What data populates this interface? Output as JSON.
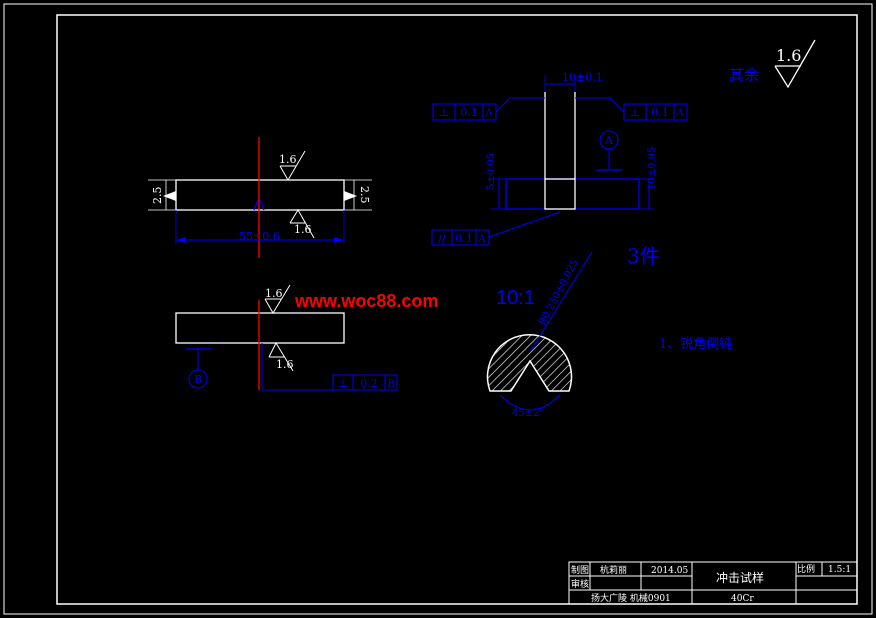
{
  "colors": {
    "background": "#000000",
    "outline": "#ffffff",
    "dimension": "#0000ff",
    "centerline": "#ff0000",
    "watermark": "#ff0000"
  },
  "notes": {
    "other_surfaces_label": "其余",
    "other_surfaces_roughness": "1.6",
    "quantity": "3件",
    "detail_scale": "10:1",
    "technical_requirement": "1、锐角倒钝",
    "watermark": "www.woc88.com"
  },
  "front_view": {
    "roughness_top": "1.6",
    "roughness_bottom": "1.6",
    "left_height": "2.5",
    "right_height": "2.5",
    "length": "55±0.6"
  },
  "bottom_view": {
    "roughness_top": "1.6",
    "roughness_bottom": "1.6",
    "datum": "B",
    "fcf": {
      "symbol": "⊥",
      "value": "0.2",
      "datum": "B"
    }
  },
  "section_view": {
    "width": "10±0.1",
    "left_height": "5±0.05",
    "right_height": "10±0.05",
    "datum": "A",
    "fcf_left": {
      "symbol": "⊥",
      "value": "0.1",
      "datum": "A"
    },
    "fcf_right": {
      "symbol": "⊥",
      "value": "0.1",
      "datum": "A"
    },
    "fcf_bottom": {
      "symbol": "//",
      "value": "0.1",
      "datum": "A"
    }
  },
  "detail_view": {
    "radius": "R0.250±0.025",
    "angle": "45±2°"
  },
  "title_block": {
    "drawn_label": "制图",
    "drawn_name": "杭莉丽",
    "date": "2014.05",
    "review_label": "审核",
    "part_name": "冲击试样",
    "scale_label": "比例",
    "scale_value": "1.5:1",
    "school": "扬大广陵 机械0901",
    "material": "40Cr"
  }
}
